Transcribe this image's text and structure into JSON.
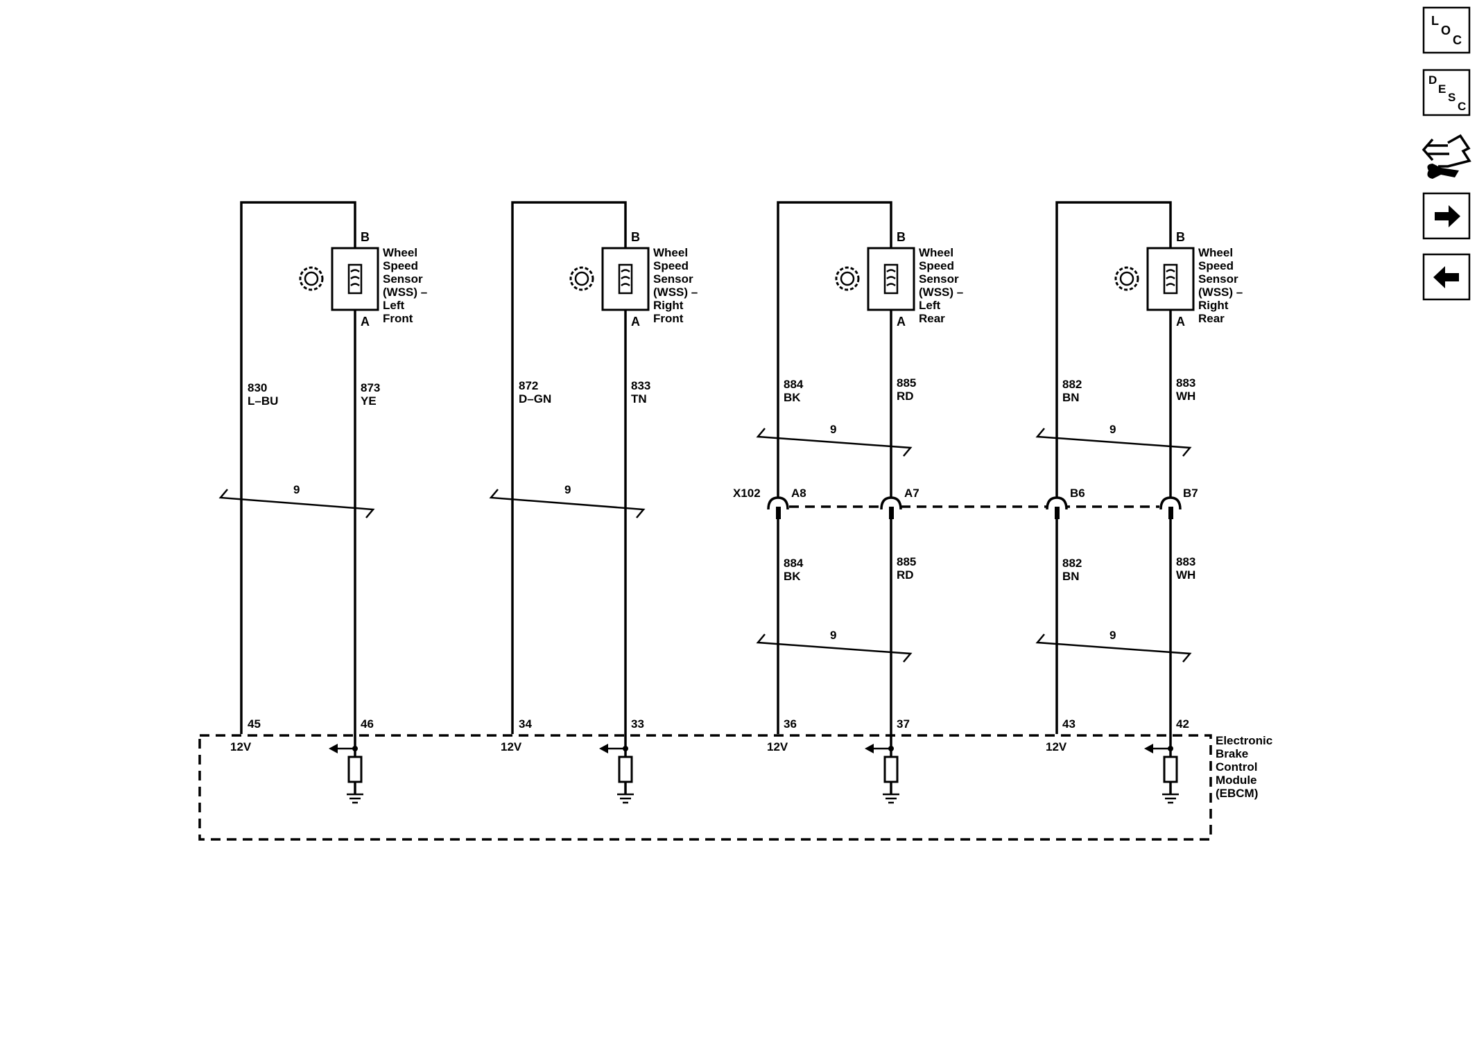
{
  "sensors": [
    {
      "pin_top": "B",
      "pin_bottom": "A",
      "name_lines": [
        "Wheel",
        "Speed",
        "Sensor",
        "(WSS) –",
        "Left",
        "Front"
      ]
    },
    {
      "pin_top": "B",
      "pin_bottom": "A",
      "name_lines": [
        "Wheel",
        "Speed",
        "Sensor",
        "(WSS) –",
        "Right",
        "Front"
      ]
    },
    {
      "pin_top": "B",
      "pin_bottom": "A",
      "name_lines": [
        "Wheel",
        "Speed",
        "Sensor",
        "(WSS) –",
        "Left",
        "Rear"
      ]
    },
    {
      "pin_top": "B",
      "pin_bottom": "A",
      "name_lines": [
        "Wheel",
        "Speed",
        "Sensor",
        "(WSS) –",
        "Right",
        "Rear"
      ]
    }
  ],
  "wires_upper": [
    {
      "circuit": "830",
      "color": "L–BU"
    },
    {
      "circuit": "873",
      "color": "YE"
    },
    {
      "circuit": "872",
      "color": "D–GN"
    },
    {
      "circuit": "833",
      "color": "TN"
    },
    {
      "circuit": "884",
      "color": "BK"
    },
    {
      "circuit": "885",
      "color": "RD"
    },
    {
      "circuit": "882",
      "color": "BN"
    },
    {
      "circuit": "883",
      "color": "WH"
    }
  ],
  "wires_lower": [
    {
      "circuit": "884",
      "color": "BK"
    },
    {
      "circuit": "885",
      "color": "RD"
    },
    {
      "circuit": "882",
      "color": "BN"
    },
    {
      "circuit": "883",
      "color": "WH"
    }
  ],
  "twist_label": "9",
  "connector": {
    "name": "X102",
    "pins": [
      "A8",
      "A7",
      "B6",
      "B7"
    ]
  },
  "module": {
    "pins": [
      "45",
      "46",
      "34",
      "33",
      "36",
      "37",
      "43",
      "42"
    ],
    "supply_labels": [
      "12V",
      "12V",
      "12V",
      "12V"
    ],
    "name_lines": [
      "Electronic",
      "Brake",
      "Control",
      "Module",
      "(EBCM)"
    ]
  },
  "nav": {
    "loc_letters": [
      "L",
      "O",
      "C"
    ],
    "desc_letters": [
      "D",
      "E",
      "S",
      "C"
    ]
  }
}
